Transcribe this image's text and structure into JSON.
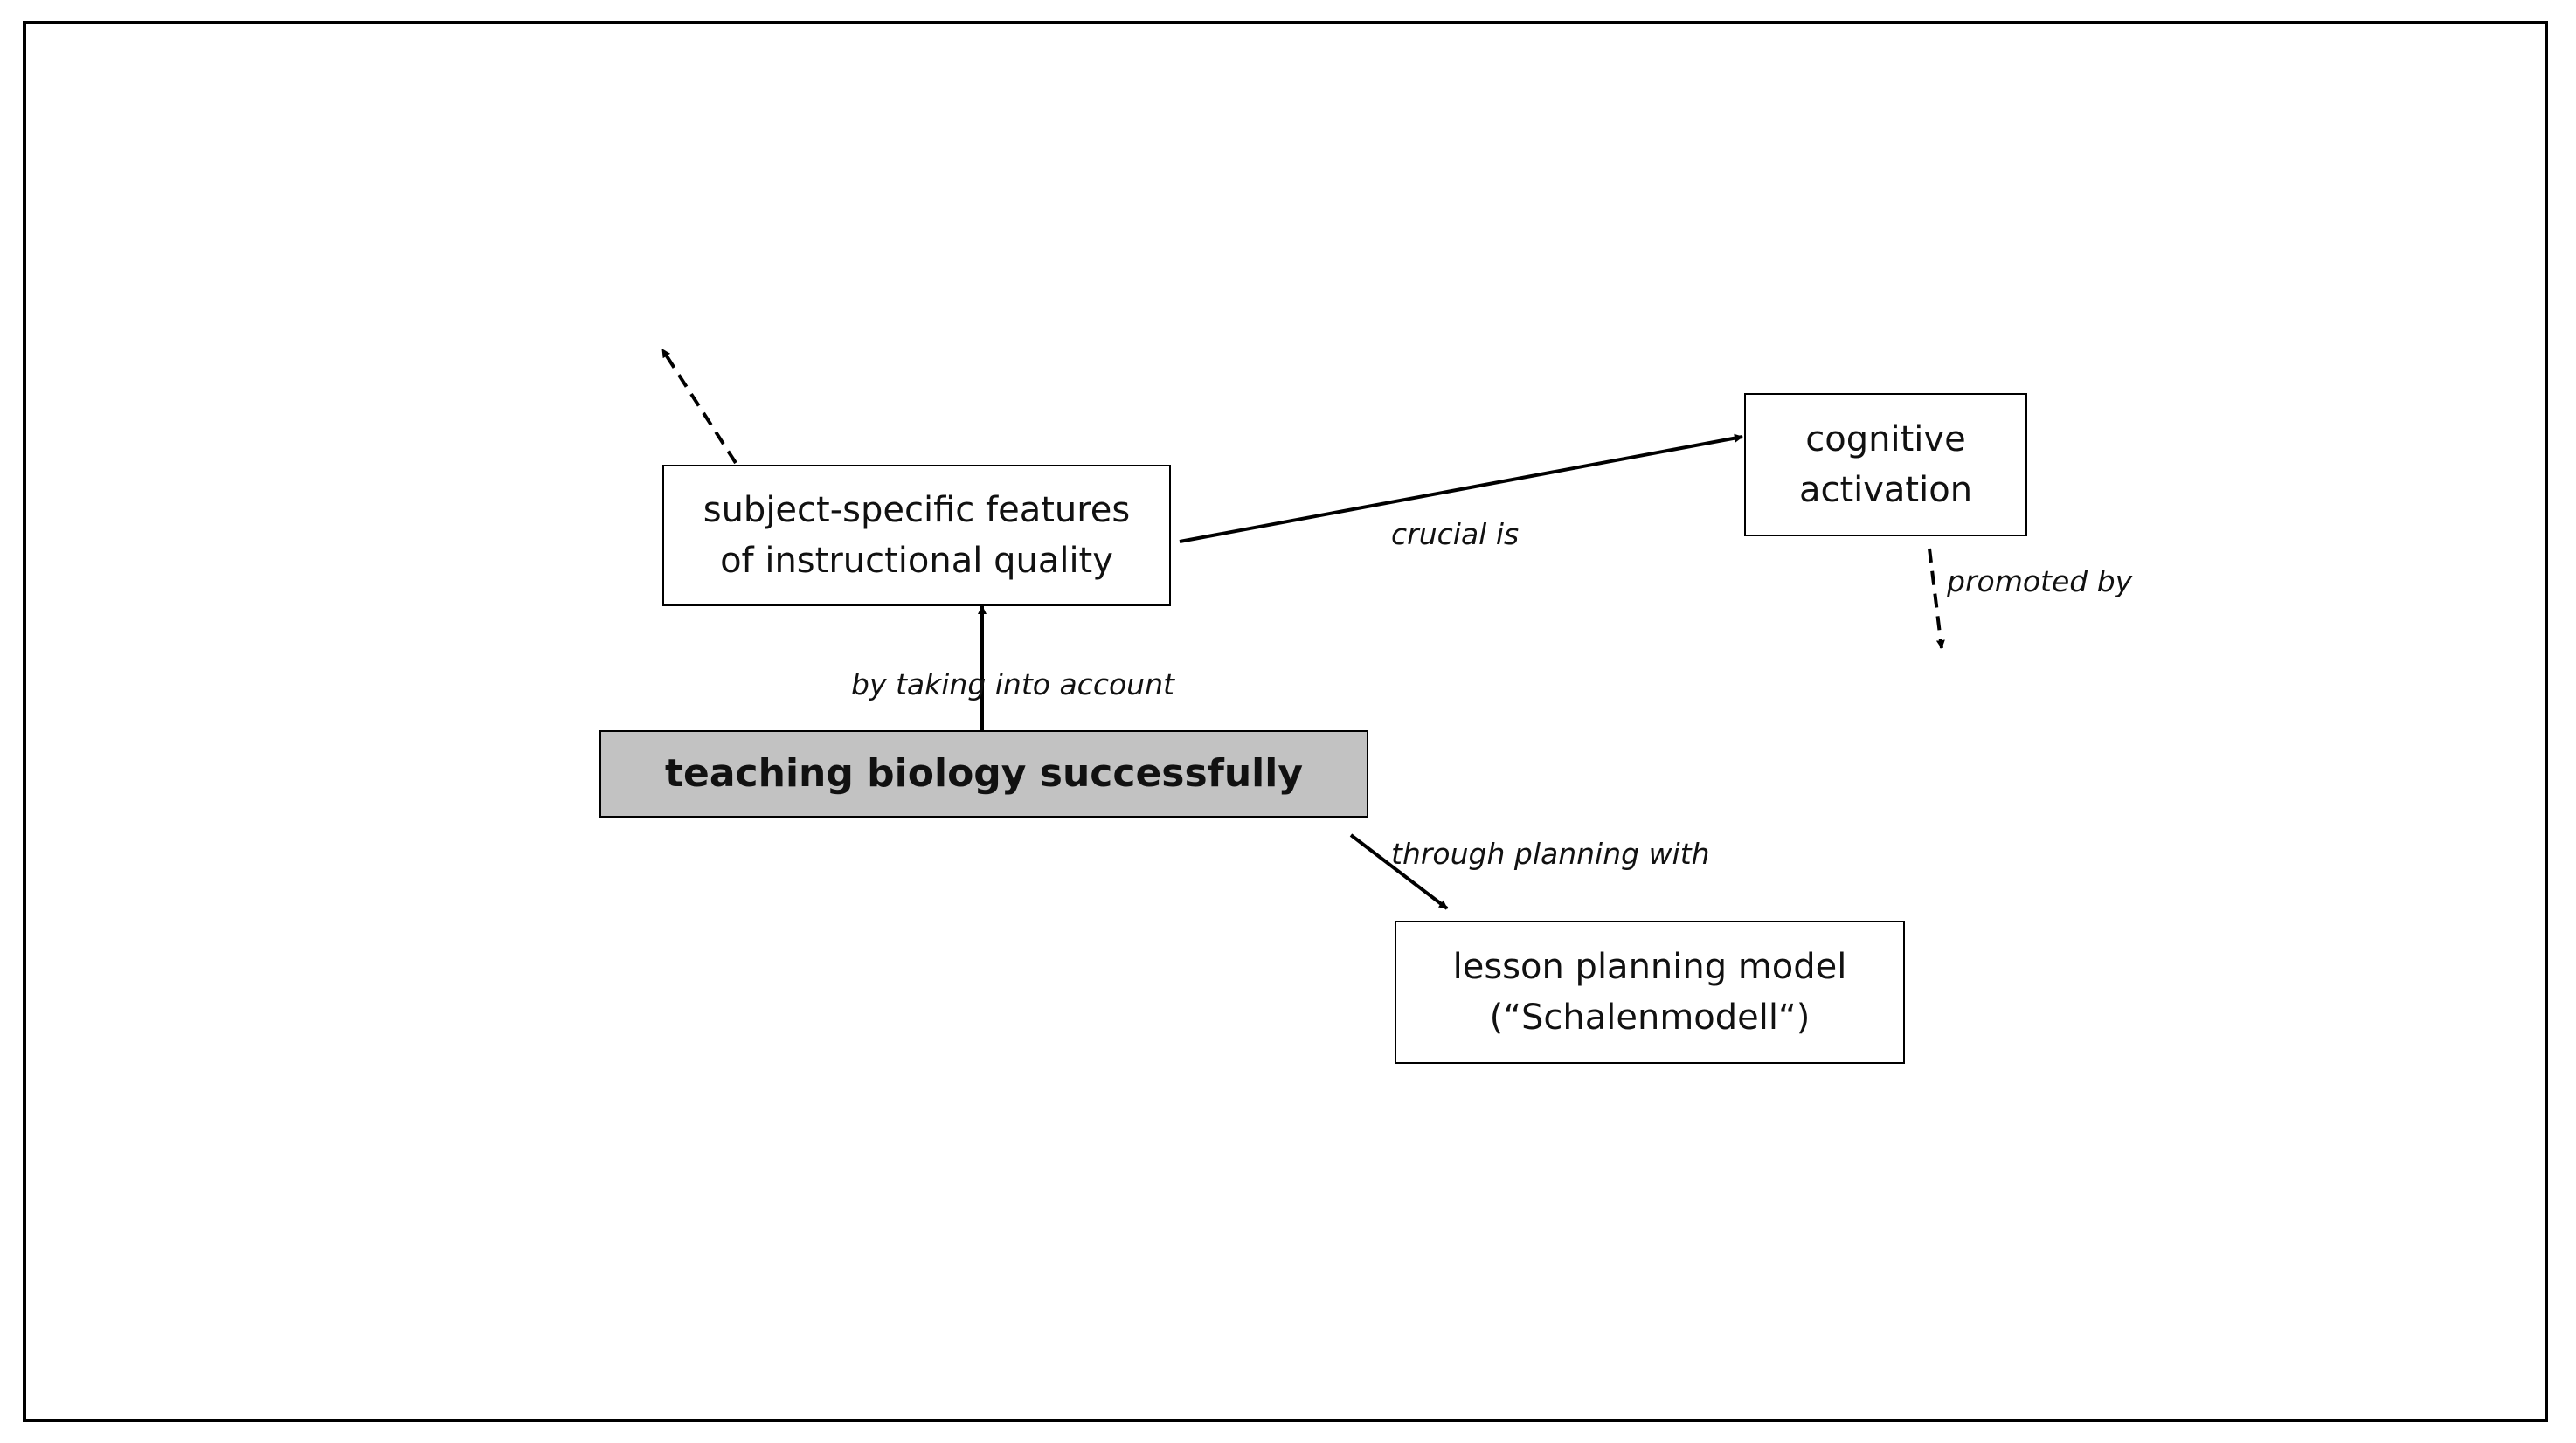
{
  "nodes": {
    "features": "subject-specific features\nof instructional quality",
    "cognitive": "cognitive\nactivation",
    "central": "teaching biology successfully",
    "planning": "lesson planning model\n(“Schalenmodell“)"
  },
  "edge_labels": {
    "crucial": "crucial is",
    "promoted": "promoted by",
    "taking": "by taking into account",
    "through": "through planning with"
  },
  "colors": {
    "central_fill": "#c2c2c2",
    "border": "#000000"
  }
}
